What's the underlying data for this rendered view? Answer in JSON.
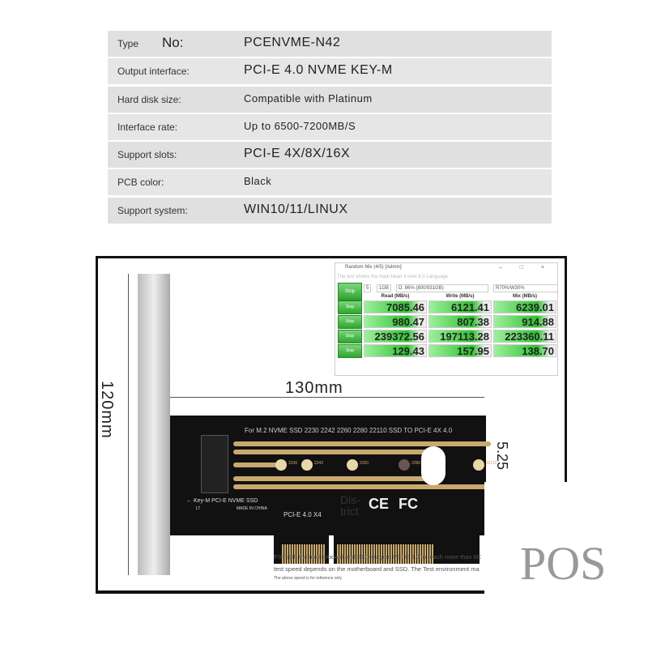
{
  "specs": [
    {
      "label": "Type",
      "label2": "No:",
      "value": "PCENVME-N42"
    },
    {
      "label": "Output interface:",
      "value": "PCI-E 4.0 NVME KEY-M"
    },
    {
      "label": "Hard disk size:",
      "value": "Compatible with Platinum"
    },
    {
      "label": "Interface rate:",
      "value": "Up to 6500-7200MB/S"
    },
    {
      "label": "Support slots:",
      "value": "PCI-E 4X/8X/16X"
    },
    {
      "label": "PCB color:",
      "value": "Black"
    },
    {
      "label": "Support system:",
      "value": "WIN10/11/LINUX"
    }
  ],
  "dimensions": {
    "height": "120mm",
    "length": "130mm",
    "side": "5.25"
  },
  "benchmark": {
    "title": "Random Mix (4/5) [Admin]",
    "subtitle": "The test shows the main heart 4 over 6.0 Language",
    "window_controls": "– □ ×",
    "stop_all": "Stop",
    "count": "5",
    "size": "1GB",
    "drive": "D: 86% (800/931GB)",
    "mix": "R70%/W30%",
    "headers": [
      "Read (MB/s)",
      "Write (MB/s)",
      "Mix (MB/s)"
    ],
    "rows": [
      {
        "stop": "Stop",
        "values": [
          "7085.46",
          "6121.41",
          "6239.01"
        ]
      },
      {
        "stop": "Stop",
        "values": [
          "980.47",
          "807.38",
          "914.88"
        ]
      },
      {
        "stop": "Stop",
        "values": [
          "239372.56",
          "197113.28",
          "223360.11"
        ]
      },
      {
        "stop": "Stop",
        "values": [
          "129.43",
          "157.95",
          "138.70"
        ]
      }
    ]
  },
  "pcb": {
    "title": "For M.2 NVME SSD 2230 2242 2260 2280 22110 SSD TO PCI-E 4X 4.0",
    "key_label": "← Key-M PCI-E NVME SSD",
    "made_in": "MADE IN CHINA",
    "interface": "PCI-E 4.0  X4",
    "lt": "LT",
    "sizes": [
      "2230",
      "2242",
      "2260",
      "2280",
      "22110"
    ],
    "ce": "CE",
    "fc": "FC"
  },
  "watermark_district": "Dis-\ntrict",
  "notes": [
    "PS: both the motherboard and SSD support PCI-E 4.0 to reach more than 6C",
    "test speed depends on the motherboard and SSD. The Test environment ma",
    "The above speed is for reference only"
  ],
  "logo": "POS",
  "colors": {
    "bar_green": "#30c030",
    "gold": "#c9a96e",
    "pcb": "#111111"
  }
}
